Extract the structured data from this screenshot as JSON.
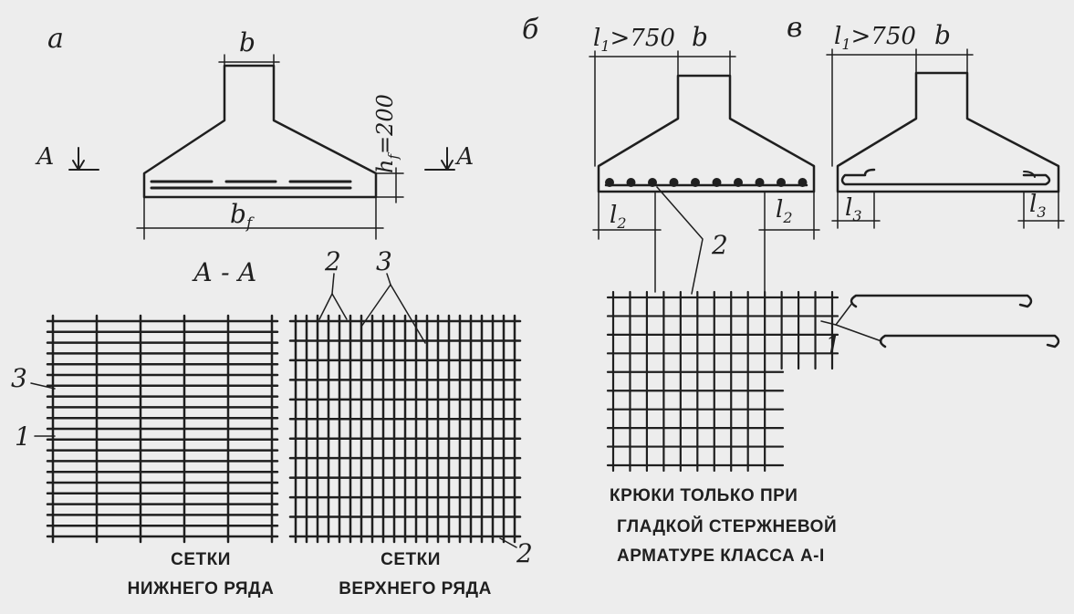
{
  "panel_labels": {
    "a": "а",
    "b": "б",
    "v": "в"
  },
  "section": {
    "marker": "А",
    "title": "А - А"
  },
  "dims": {
    "b": "b",
    "bf": "b",
    "bf_sub": "f",
    "hf": "h",
    "hf_sub": "f",
    "hf_value": "=200",
    "l1": "l",
    "l1_sub": "1",
    "l1_value": ">750",
    "l2": "l",
    "l2_sub": "2",
    "l3": "l",
    "l3_sub": "3"
  },
  "callouts": {
    "n1": "1",
    "n2": "2",
    "n3": "3"
  },
  "captions": {
    "lower_mesh_line1": "СЕТКИ",
    "lower_mesh_line2": "НИЖНЕГО РЯДА",
    "upper_mesh_line1": "СЕТКИ",
    "upper_mesh_line2": "ВЕРХНЕГО РЯДА",
    "hooks_line1": "КРЮКИ ТОЛЬКО ПРИ",
    "hooks_line2": "ГЛАДКОЙ СТЕРЖНЕВОЙ",
    "hooks_line3": "АРМАТУРЕ КЛАССА А-I"
  }
}
